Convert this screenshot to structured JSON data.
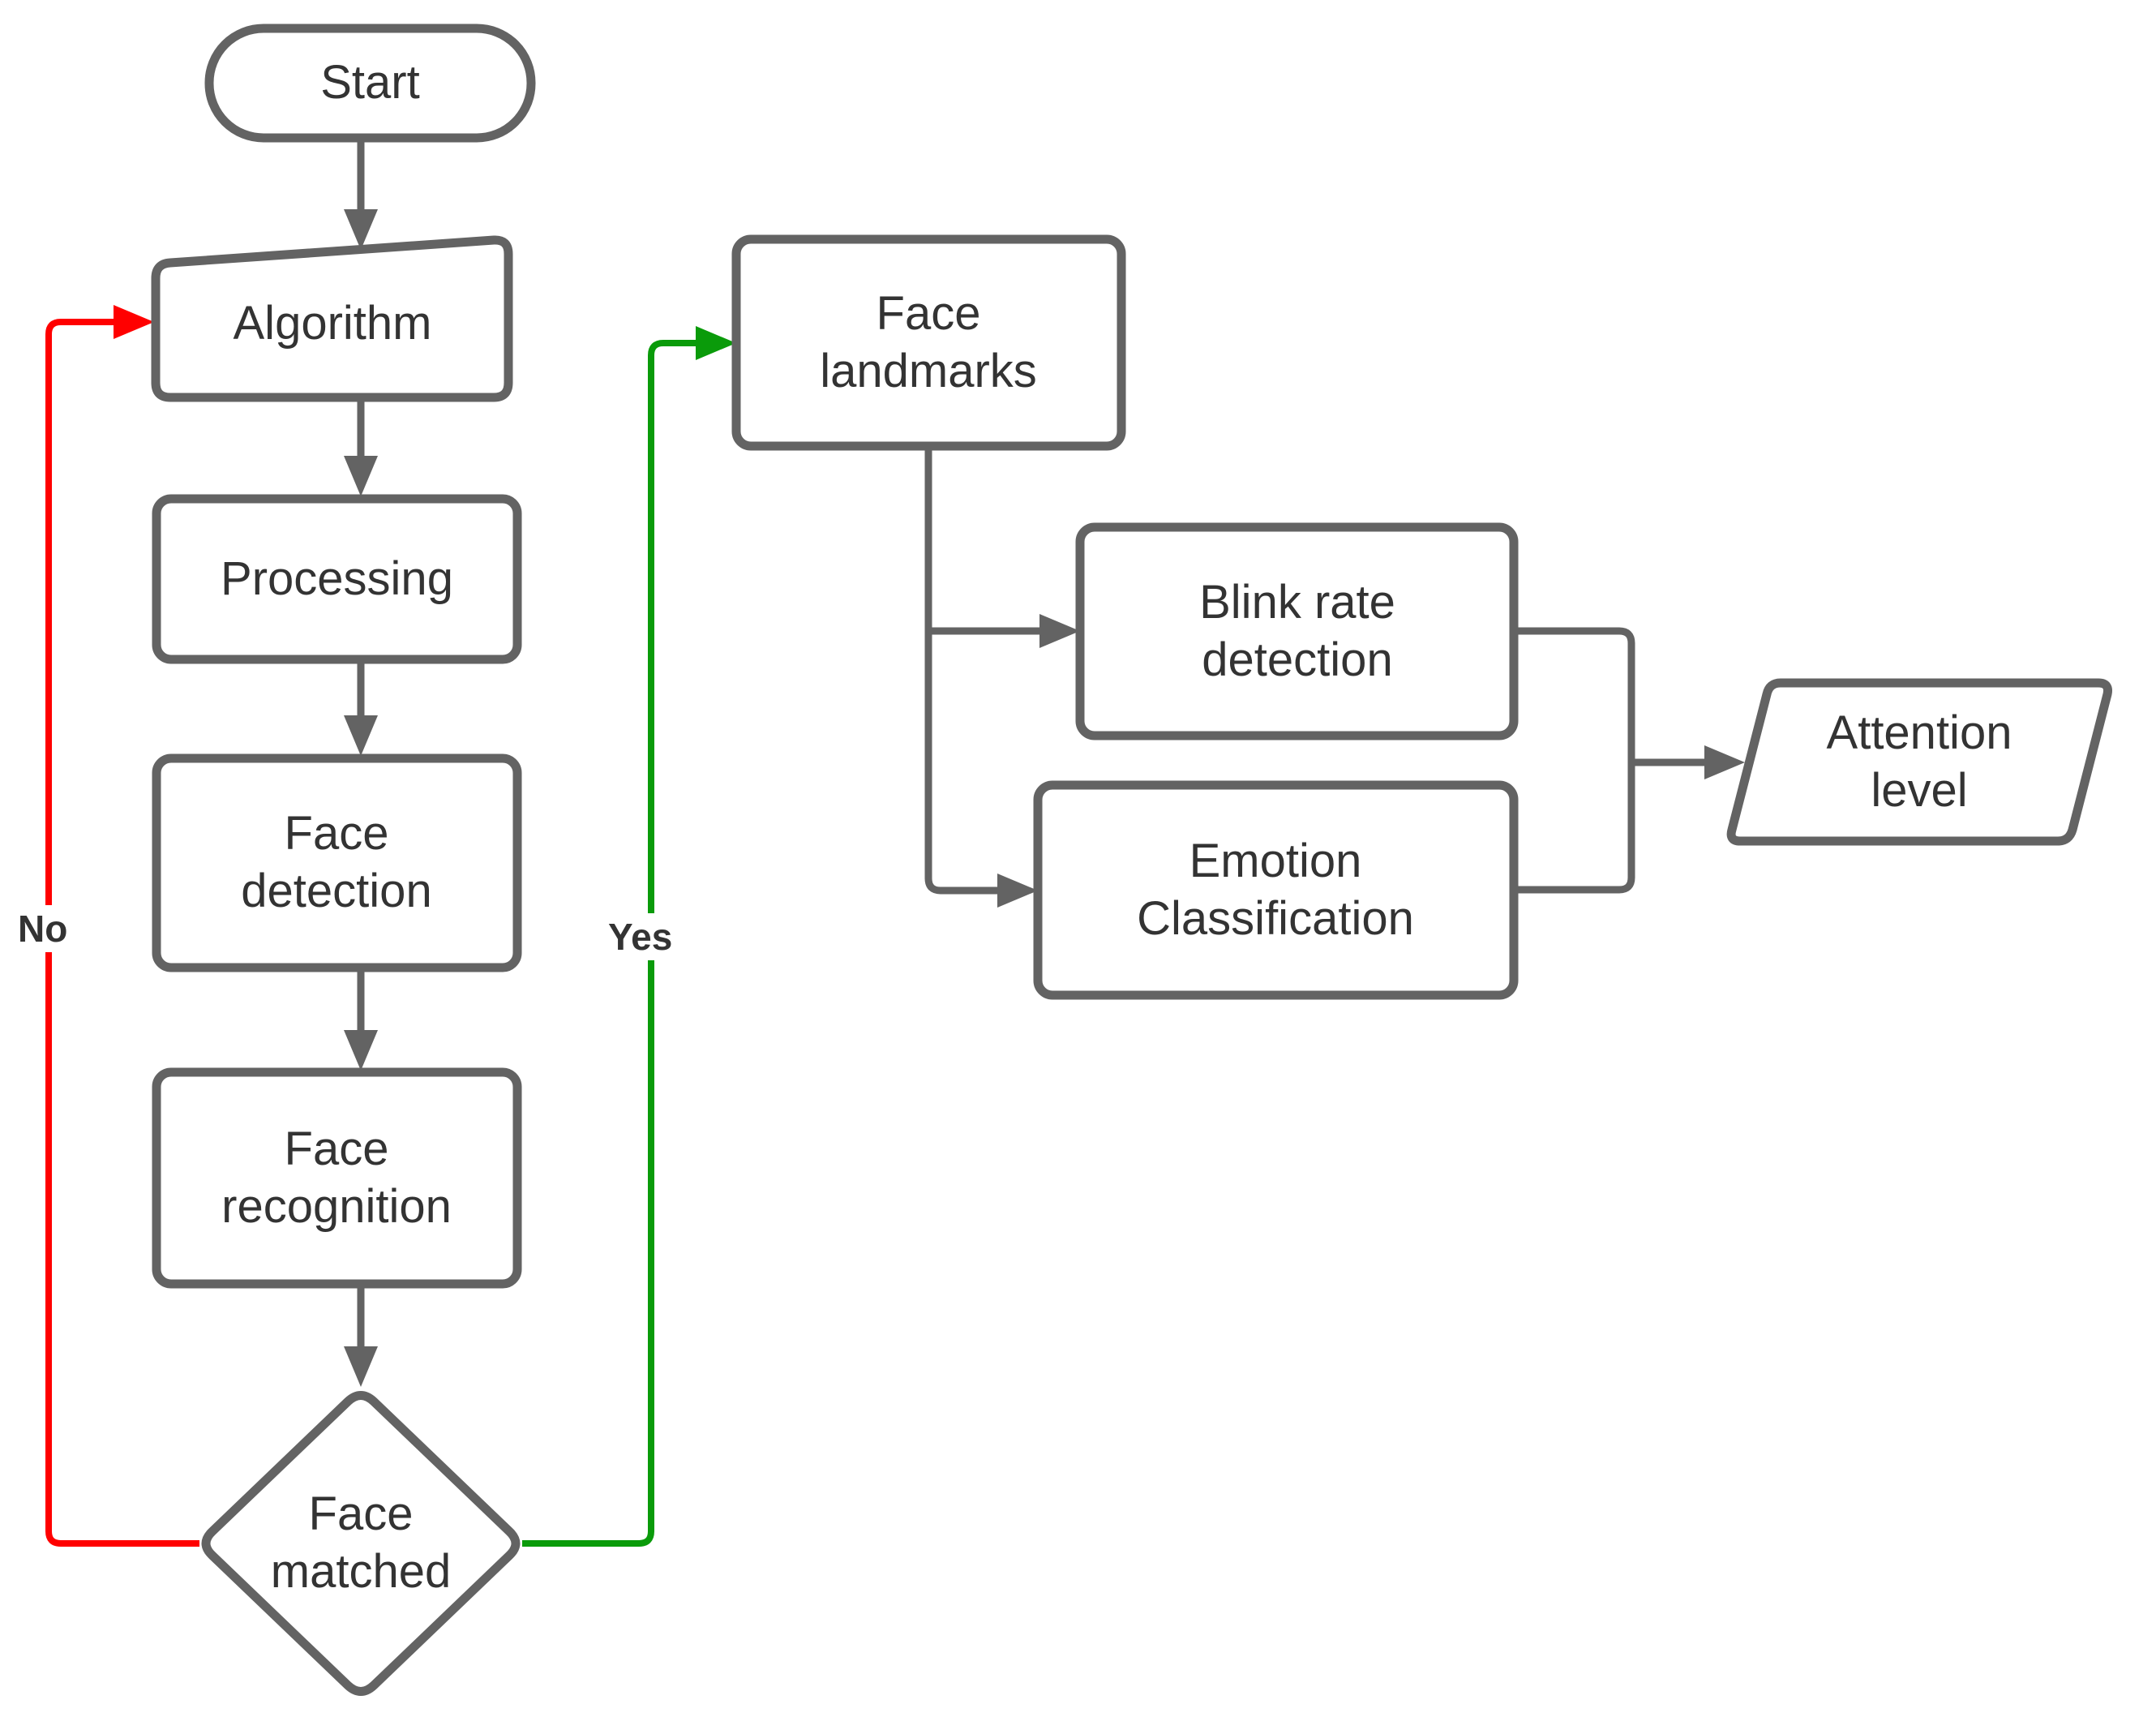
{
  "colors": {
    "node_stroke": "#636363",
    "text": "#333333",
    "no_edge": "#ff0000",
    "yes_edge": "#0a9b0a",
    "background": "#ffffff"
  },
  "nodes": {
    "start": {
      "label": "Start",
      "shape": "terminator"
    },
    "algorithm": {
      "label": "Algorithm",
      "shape": "manual-operation"
    },
    "processing": {
      "label": "Processing",
      "shape": "process"
    },
    "face_detection": {
      "label": "Face detection",
      "shape": "process"
    },
    "face_recognition": {
      "label": "Face recognition",
      "shape": "process"
    },
    "face_matched": {
      "label": "Face matched",
      "shape": "decision"
    },
    "face_landmarks": {
      "label": "Face landmarks",
      "shape": "process"
    },
    "blink_rate_detection": {
      "label": "Blink rate detection",
      "shape": "process"
    },
    "emotion_classification": {
      "label": "Emotion Classification",
      "shape": "process"
    },
    "attention_level": {
      "label": "Attention level",
      "shape": "data-parallelogram"
    }
  },
  "edge_labels": {
    "no": "No",
    "yes": "Yes"
  }
}
